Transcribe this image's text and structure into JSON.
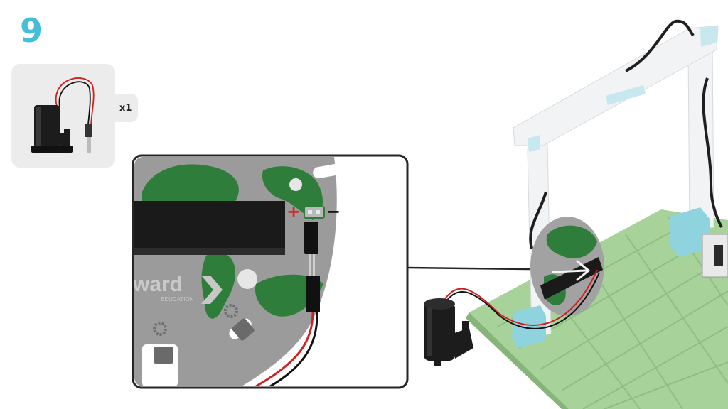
{
  "step": {
    "number": "9"
  },
  "parts": [
    {
      "name": "water-pump",
      "quantity_label": "x1"
    }
  ],
  "board": {
    "logo_text": "ward",
    "logo_subtext": "EDUCATION",
    "positive_symbol": "+",
    "negative_symbol": "−"
  },
  "colors": {
    "accent": "#45bfd9",
    "board_green": "#2f7d3a",
    "base_green": "#a7d39b",
    "frame_white": "#f1f3f4",
    "connector_cyan": "#8fd3de",
    "pump_black": "#1c1c1c",
    "wire_red": "#d22020",
    "wire_black": "#111111"
  },
  "icons": [
    "gear-icon",
    "arrow-icon"
  ]
}
